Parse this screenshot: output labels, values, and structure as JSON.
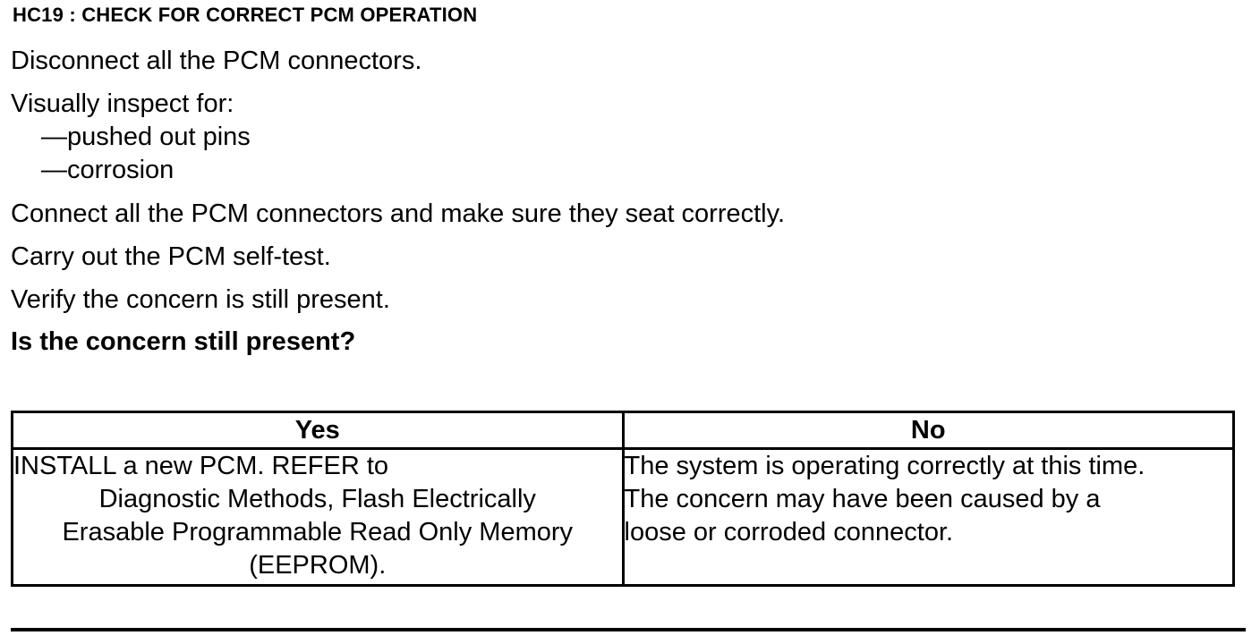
{
  "heading": "HC19 : CHECK FOR CORRECT PCM OPERATION",
  "steps": {
    "disconnect": "Disconnect all the PCM connectors.",
    "inspect": "Visually inspect for:",
    "inspect_items": [
      "—pushed out pins",
      "—corrosion"
    ],
    "connect": "Connect all the PCM connectors and make sure they seat correctly.",
    "selftest": "Carry out the PCM self-test.",
    "verify": "Verify the concern is still present."
  },
  "question": "Is the concern still present?",
  "table": {
    "headers": [
      "Yes",
      "No"
    ],
    "yes_lines": [
      "INSTALL a new PCM.  REFER to",
      "Diagnostic Methods, Flash Electrically",
      "Erasable Programmable Read Only Memory",
      "(EEPROM)."
    ],
    "no_lines": [
      "The system is operating correctly at this time.",
      "The concern may have been caused by a",
      "loose or corroded connector."
    ]
  }
}
